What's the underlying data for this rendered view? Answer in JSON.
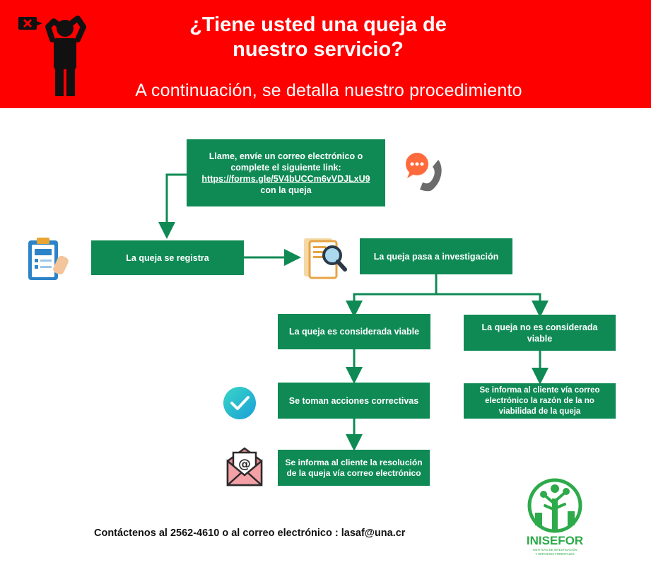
{
  "header": {
    "title_line1": "¿Tiene usted una queja de",
    "title_line2": "nuestro servicio?",
    "subtitle": "A continuación,  se detalla nuestro procedimiento"
  },
  "steps": {
    "contact": {
      "line1": "Llame, envíe un correo electrónico o",
      "line2": "complete el siguiente link:",
      "link": "https://forms.gle/5V4bUCCm6vVDJLxU9",
      "line3": "con la queja"
    },
    "register": "La queja se registra",
    "investigate": "La queja pasa a investigación",
    "viable": "La queja es considerada viable",
    "not_viable": "La queja no es considerada viable",
    "corrective": "Se toman acciones correctivas",
    "inform_not_viable": "Se informa al cliente vía correo electrónico  la razón  de la no viabilidad  de la queja",
    "inform_resolution": "Se informa al cliente la resolución de la queja vía correo electrónico"
  },
  "footer": {
    "contact": "Contáctenos al 2562-4610 o al correo electrónico : lasaf@una.cr"
  },
  "logo": {
    "name": "INISEFOR",
    "tagline": "INSTITUTO DE INVESTIGACIÓN Y SERVICIOS FORESTALES"
  },
  "colors": {
    "header_red": "#ff0000",
    "box_green": "#0f8a55"
  },
  "icons": [
    "complaint-person-icon",
    "phone-chat-icon",
    "clipboard-icon",
    "document-search-icon",
    "checkmark-icon",
    "email-icon",
    "tree-logo-icon"
  ]
}
